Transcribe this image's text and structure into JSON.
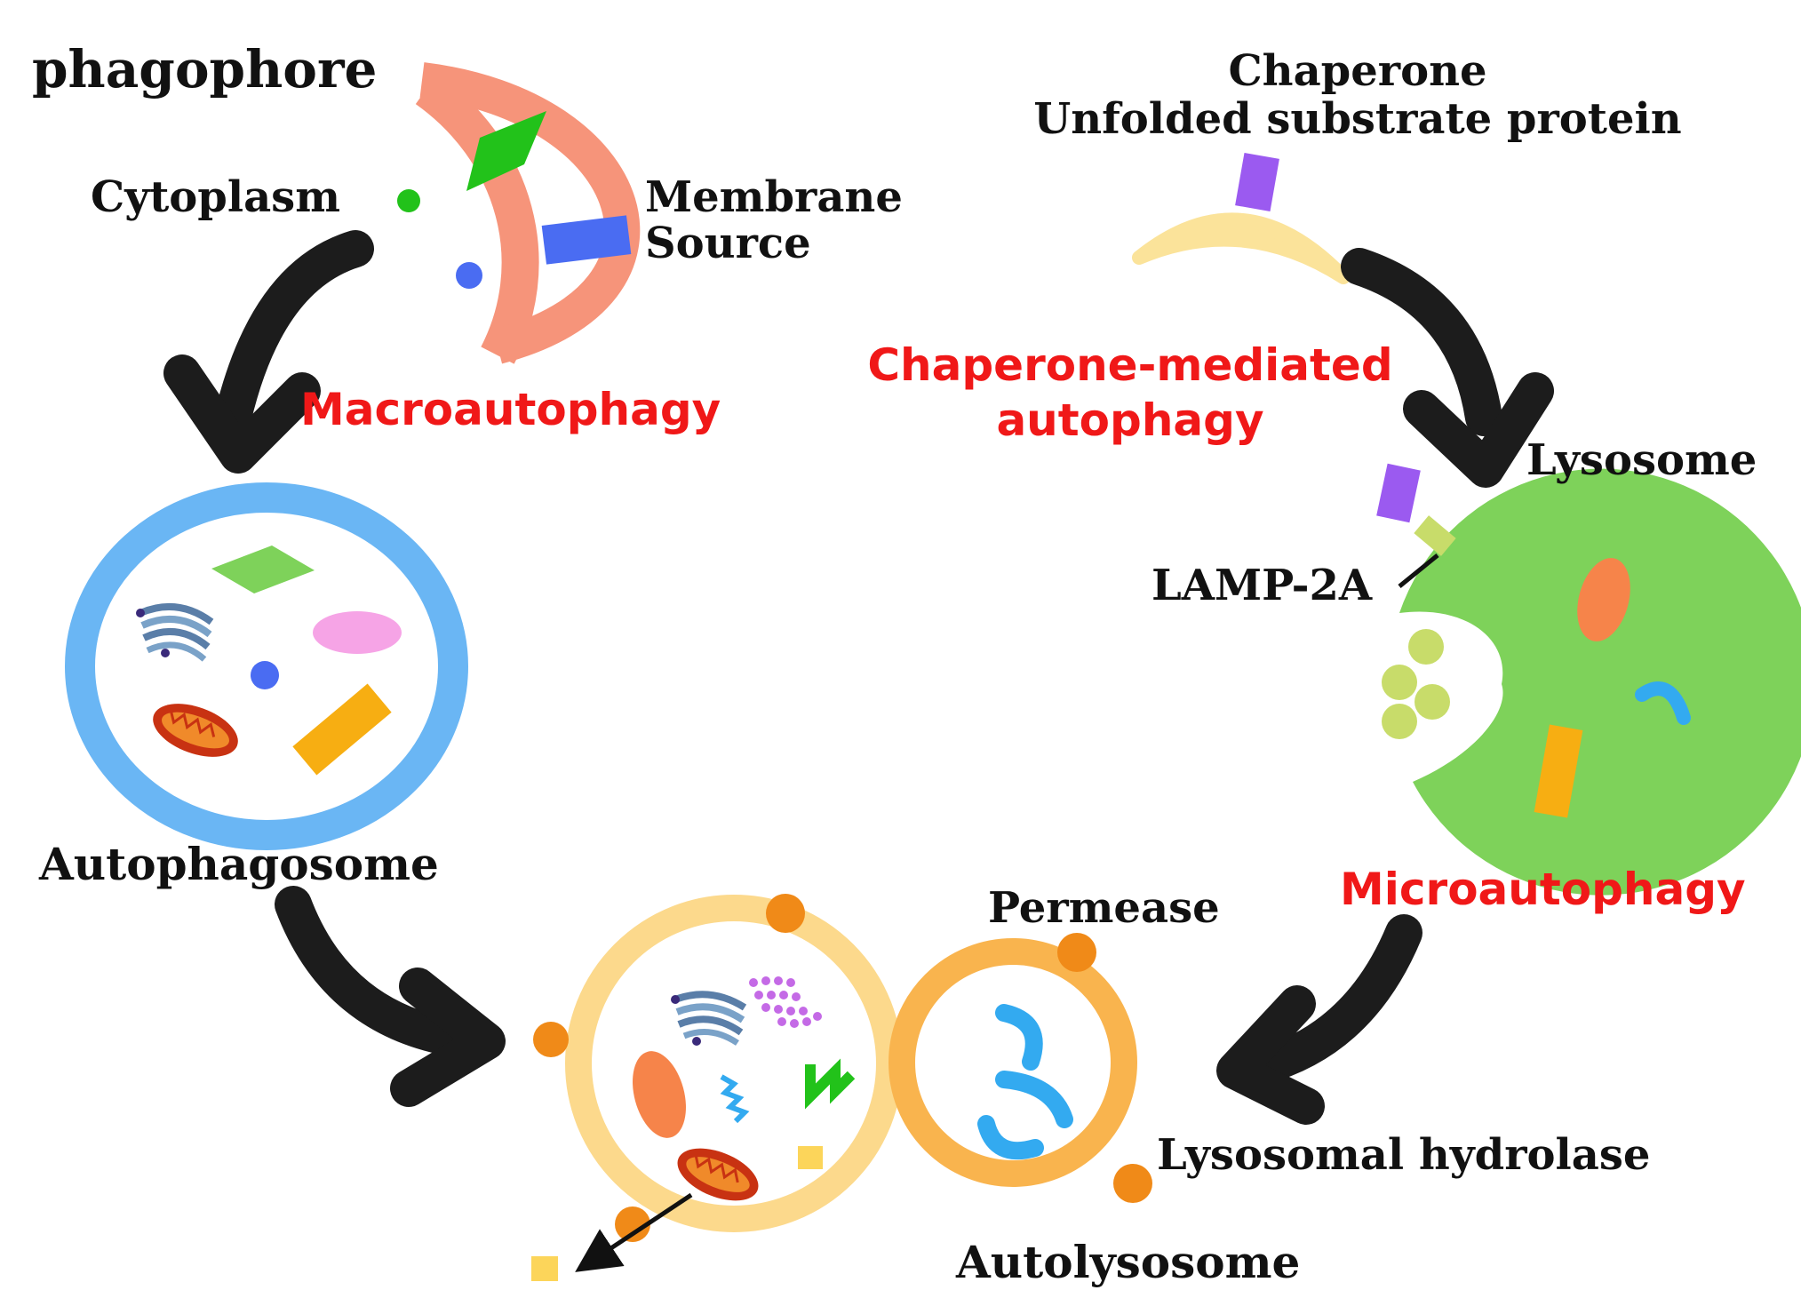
{
  "labels": {
    "phagophore": "phagophore",
    "cytoplasm": "Cytoplasm",
    "membrane_source_line1": "Membrane",
    "membrane_source_line2": "Source",
    "macroautophagy": "Macroautophagy",
    "chaperone": "Chaperone",
    "unfolded_substrate": "Unfolded substrate protein",
    "cma_line1": "Chaperone-mediated",
    "cma_line2": "autophagy",
    "lysosome": "Lysosome",
    "lamp2a": "LAMP-2A",
    "autophagosome": "Autophagosome",
    "microautophagy": "Microautophagy",
    "permease": "Permease",
    "lysosomal_hydrolase": "Lysosomal hydrolase",
    "autolysosome": "Autolysosome"
  },
  "colors": {
    "pathway_red": "#f01818",
    "arrow": "#1c1c1c",
    "phagophore_membrane": "#f6947a",
    "autophagosome_membrane": "#6ab6f4",
    "lysosome_fill": "#7ed25a",
    "lysosome_bump": "#c8dc6a",
    "autolysosome_outer": "#fcd98c",
    "autolysosome_inner": "#f9b44e",
    "permease": "#f08a18",
    "chaperone": "#fbe39a",
    "substrate": "#9b5af0"
  }
}
